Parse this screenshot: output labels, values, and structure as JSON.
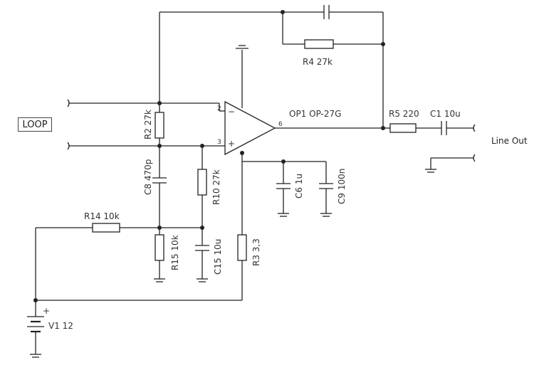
{
  "loop_label": "LOOP",
  "line_out_label": "Line Out",
  "opamp": {
    "name": "OP1 OP-27G",
    "pin_minus": "2",
    "pin_plus": "3",
    "pin_out": "6",
    "sym_minus": "−",
    "sym_plus": "+"
  },
  "components": {
    "r2": "R2 27k",
    "r4": "R4 27k",
    "r5": "R5 220",
    "c1": "C1 10u",
    "c8": "C8 470p",
    "r10": "R10 27k",
    "r14": "R14 10k",
    "r15": "R15 10k",
    "c15": "C15 10u",
    "r3": "R3 3,3",
    "c6": "C6 1u",
    "c9": "C9 100n",
    "v1": "V1 12",
    "v1_plus": "+"
  }
}
